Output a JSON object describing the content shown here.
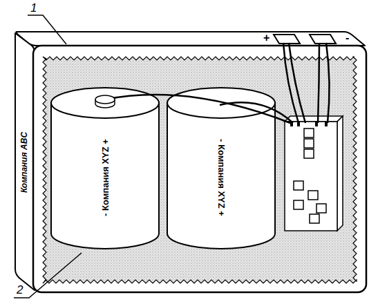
{
  "diagram": {
    "nodes": [
      {
        "text": [
          "Компания ABC"
        ]
      },
      {
        "text": [
          "- Компания XYZ +"
        ],
        "in": 0
      },
      {
        "text": [
          "- Компания XYZ +"
        ],
        "in": 0
      }
    ],
    "labels": [
      "1",
      "2",
      "+",
      "-"
    ]
  }
}
